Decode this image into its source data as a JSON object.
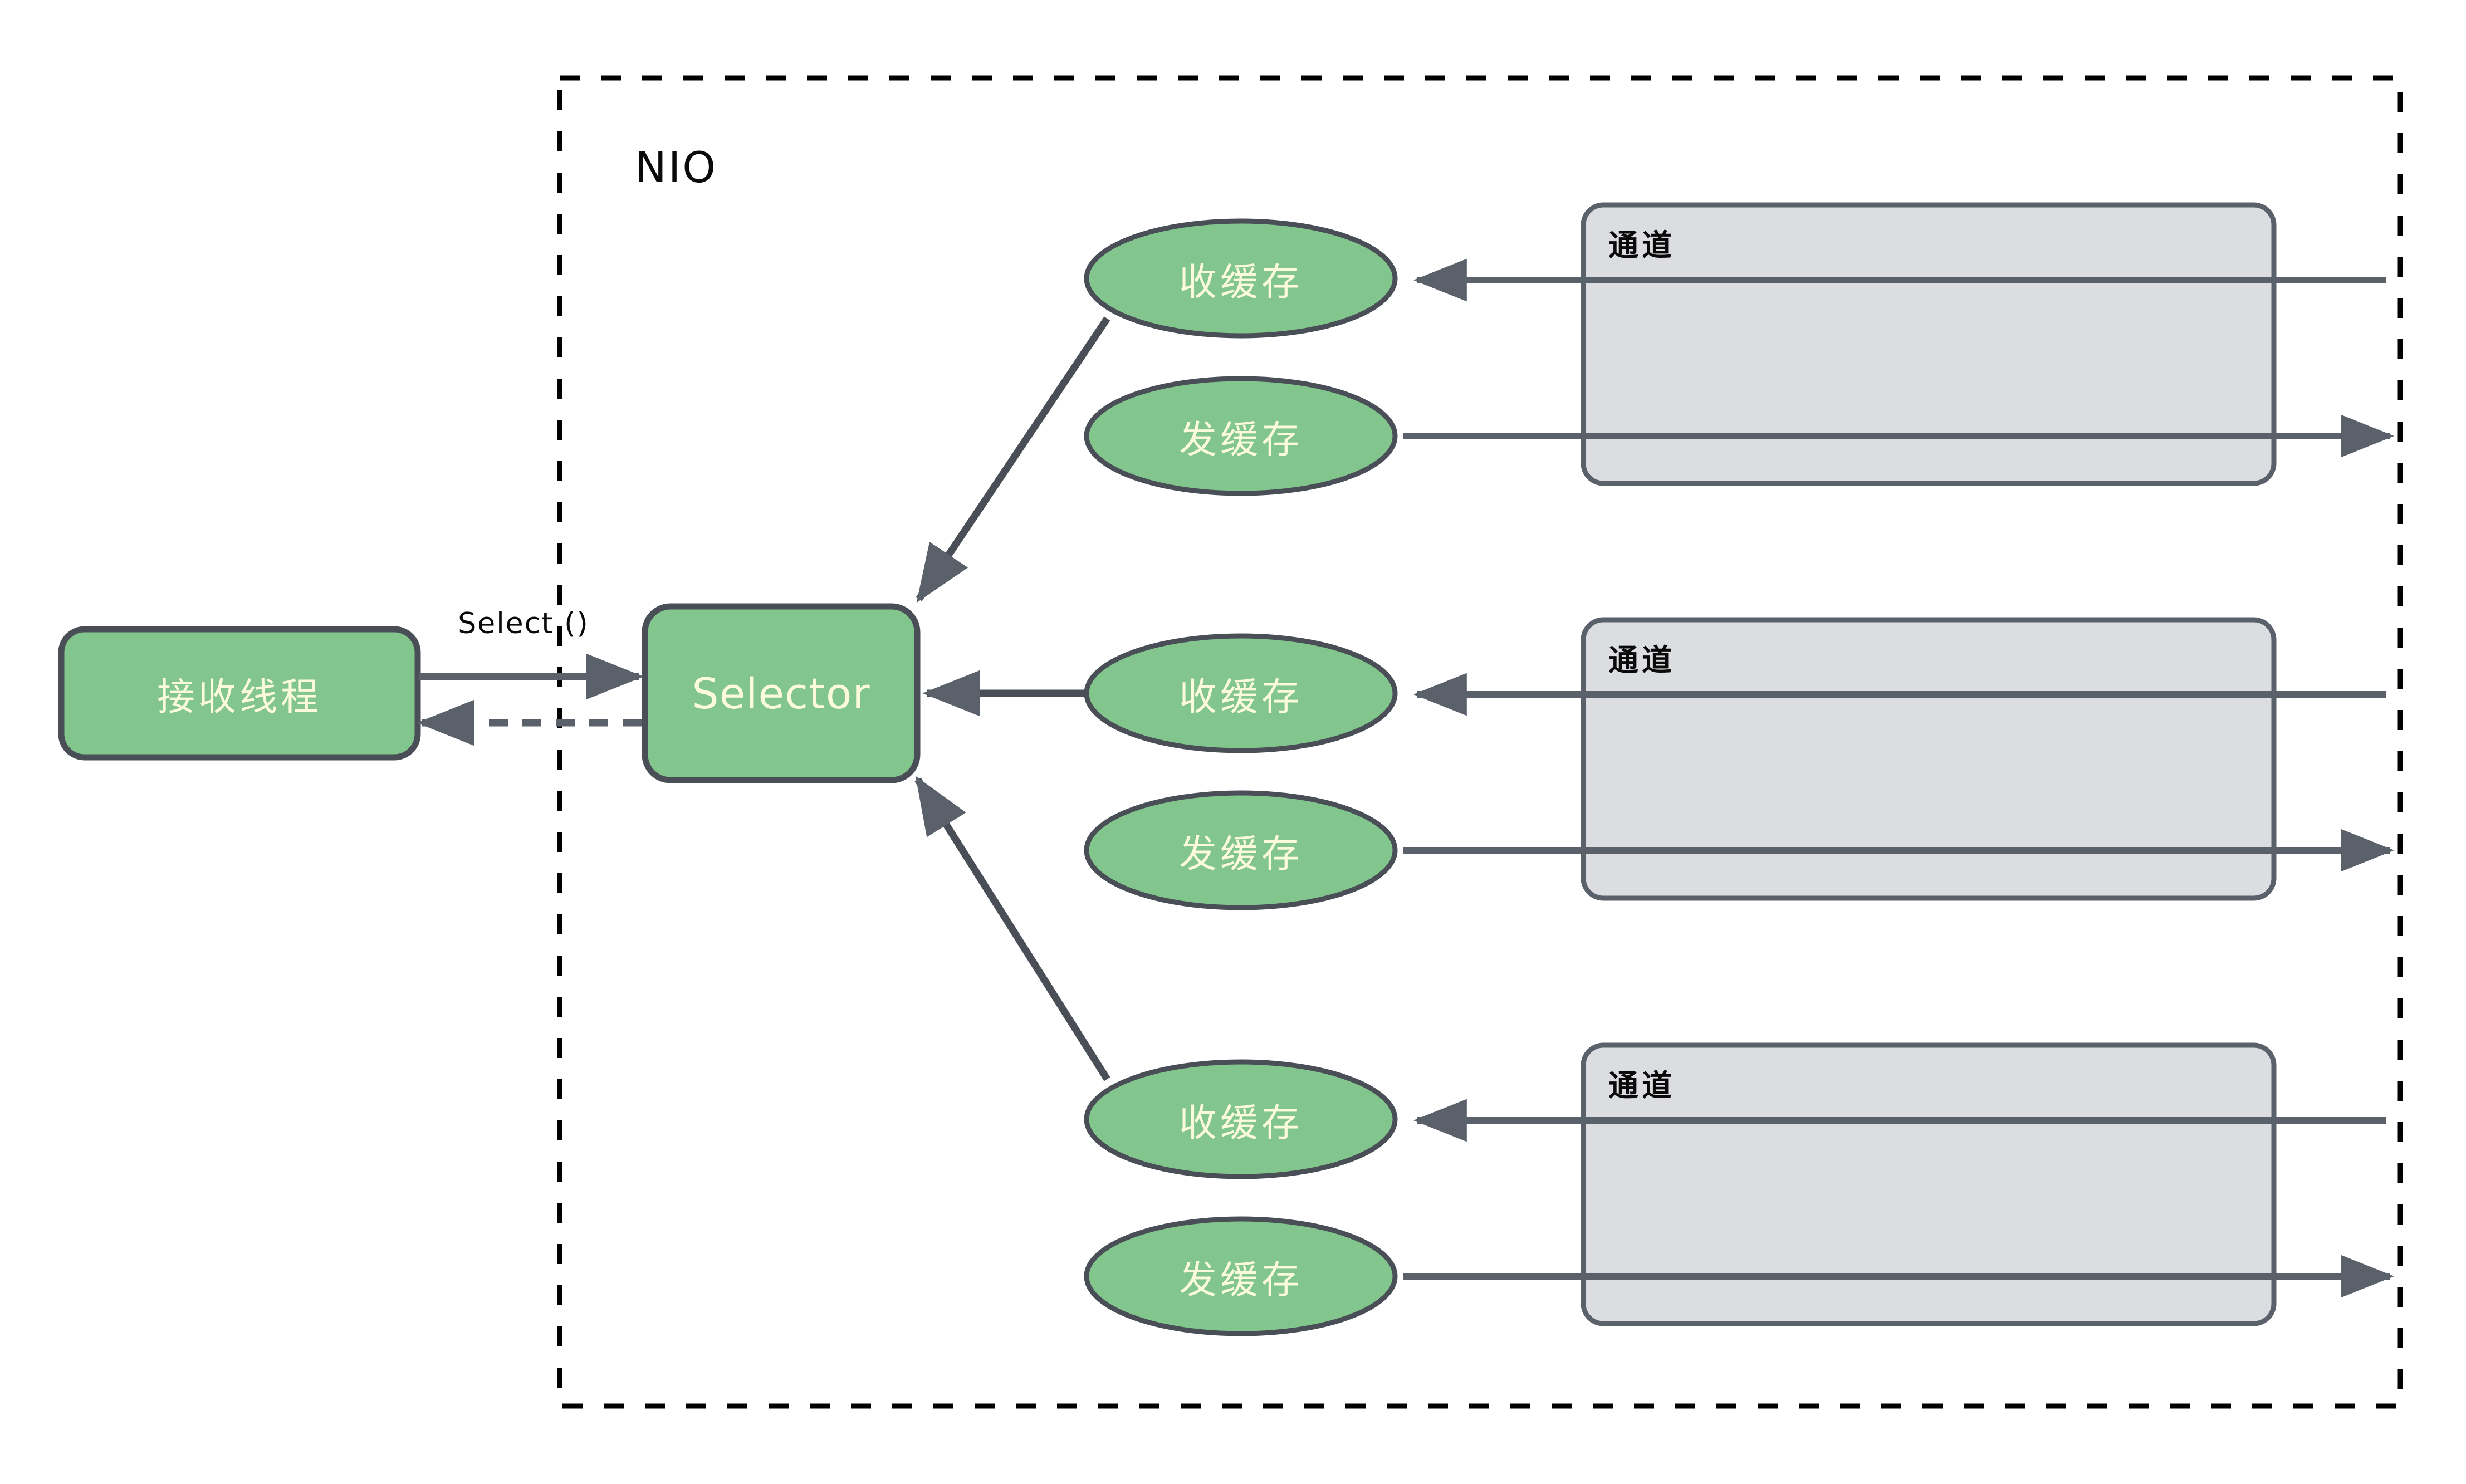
{
  "diagram": {
    "title": "NIO",
    "container": {
      "label": "NIO",
      "border_style": "dashed",
      "border_color": "#000000"
    },
    "colors": {
      "node_fill": "#82c68e",
      "node_stroke": "#4a4f57",
      "node_text": "#fbfada",
      "channel_fill": "#dcdde0",
      "channel_stroke": "#5b616a",
      "edge_color": "#5b616a",
      "container_border": "#000000",
      "background": "#ffffff"
    },
    "nodes": {
      "receive_thread": {
        "label": "接收线程",
        "shape": "rounded-rect"
      },
      "selector": {
        "label": "Selector",
        "shape": "rounded-rect"
      },
      "recv_buffer": {
        "label": "收缓存",
        "shape": "ellipse"
      },
      "send_buffer": {
        "label": "发缓存",
        "shape": "ellipse"
      },
      "channel": {
        "label": "通道",
        "shape": "rounded-rect"
      }
    },
    "edges": {
      "select_call": {
        "label": "Select ()",
        "style": "solid",
        "direction": "right"
      },
      "select_return": {
        "label": "",
        "style": "dashed",
        "direction": "left"
      }
    },
    "groups": [
      {
        "name": "channel-group-1",
        "channel_label": "通道",
        "recv_label": "收缓存",
        "send_label": "发缓存"
      },
      {
        "name": "channel-group-2",
        "channel_label": "通道",
        "recv_label": "收缓存",
        "send_label": "发缓存"
      },
      {
        "name": "channel-group-3",
        "channel_label": "通道",
        "recv_label": "收缓存",
        "send_label": "发缓存"
      }
    ]
  }
}
